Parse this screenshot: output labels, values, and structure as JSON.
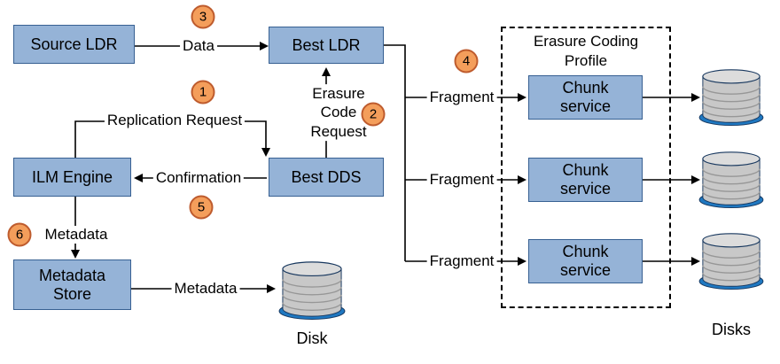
{
  "nodes": {
    "source_ldr": "Source LDR",
    "best_ldr": "Best LDR",
    "best_dds": "Best DDS",
    "ilm_engine": "ILM Engine",
    "metadata_store": "Metadata Store",
    "chunk_service": "Chunk service"
  },
  "group": {
    "title": "Erasure Coding Profile"
  },
  "edge_labels": {
    "data": "Data",
    "replication_request": "Replication Request",
    "erasure_code_request": "Erasure Code Request",
    "confirmation": "Confirmation",
    "metadata": "Metadata",
    "fragment": "Fragment"
  },
  "badges": {
    "step1": "1",
    "step2": "2",
    "step3": "3",
    "step4": "4",
    "step5": "5",
    "step6": "6"
  },
  "captions": {
    "disk": "Disk",
    "disks": "Disks"
  },
  "colors": {
    "node_fill": "#95B3D7",
    "node_border": "#376092",
    "badge_fill": "#F49E5B",
    "badge_border": "#BE5B2D",
    "disk_base": "#1F78C1",
    "line": "#000000"
  }
}
